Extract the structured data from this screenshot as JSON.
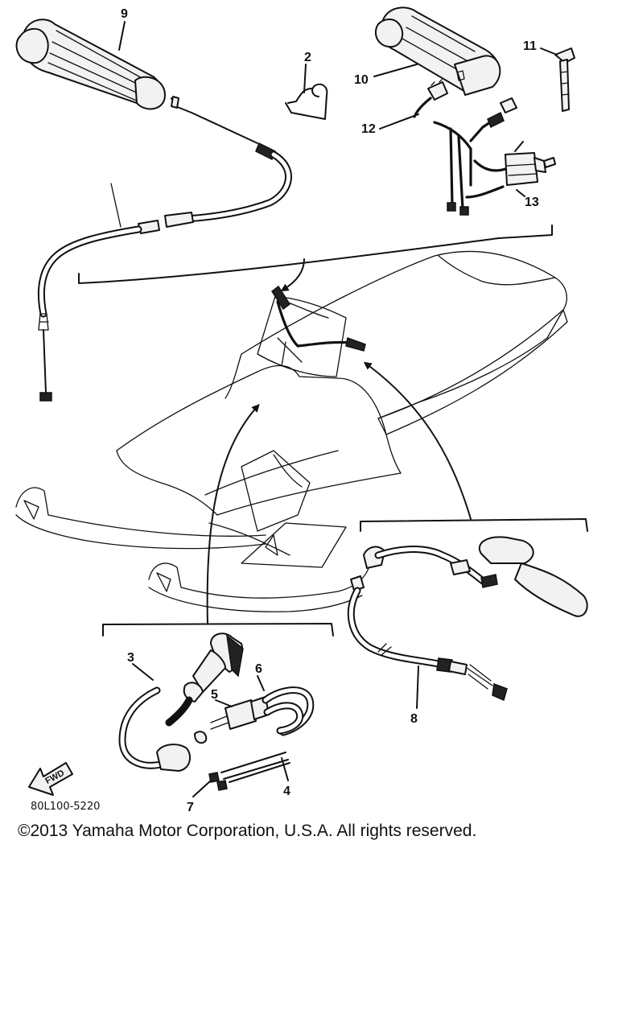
{
  "diagram": {
    "part_callouts": [
      {
        "id": "callout-9",
        "label": "9"
      },
      {
        "id": "callout-2",
        "label": "2"
      },
      {
        "id": "callout-10",
        "label": "10"
      },
      {
        "id": "callout-11",
        "label": "11"
      },
      {
        "id": "callout-12",
        "label": "12"
      },
      {
        "id": "callout-13",
        "label": "13"
      },
      {
        "id": "callout-3",
        "label": "3"
      },
      {
        "id": "callout-6",
        "label": "6"
      },
      {
        "id": "callout-5",
        "label": "5"
      },
      {
        "id": "callout-4",
        "label": "4"
      },
      {
        "id": "callout-7",
        "label": "7"
      },
      {
        "id": "callout-8",
        "label": "8"
      }
    ],
    "direction_arrow": "FWD",
    "drawing_code": "80L100-5220"
  },
  "footer": {
    "copyright": "©2013 Yamaha Motor Corporation, U.S.A. All rights reserved."
  }
}
